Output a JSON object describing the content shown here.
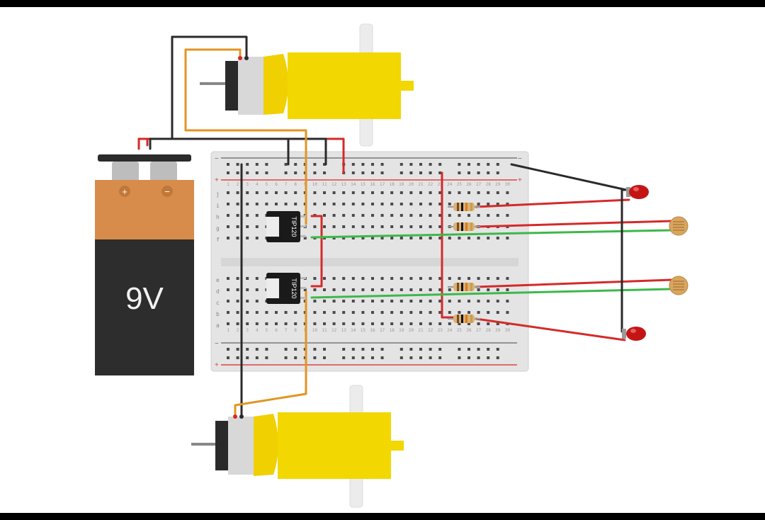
{
  "battery": {
    "voltage_label": "9V",
    "plus_symbol": "+",
    "minus_symbol": "−"
  },
  "chips": [
    {
      "label": "TIP120"
    },
    {
      "label": "TIP120"
    }
  ],
  "breadboard": {
    "row_letters_top": [
      "j",
      "i",
      "h",
      "g",
      "f"
    ],
    "row_letters_bottom": [
      "e",
      "d",
      "c",
      "b",
      "a"
    ],
    "column_count": 30,
    "rail_plus": "+",
    "rail_minus": "−"
  },
  "colors": {
    "wire_red": "#d42a2a",
    "wire_black": "#2a2a2a",
    "wire_orange": "#e39422",
    "wire_green": "#3db84a",
    "motor_yellow": "#f2d700",
    "battery_orange": "#d88c4c",
    "battery_black": "#2d2d2d",
    "led_red": "#c41515",
    "ldr_tan": "#d9a65f"
  },
  "components": {
    "motors": 2,
    "resistors": 4,
    "leds": 2,
    "ldrs": 2
  }
}
